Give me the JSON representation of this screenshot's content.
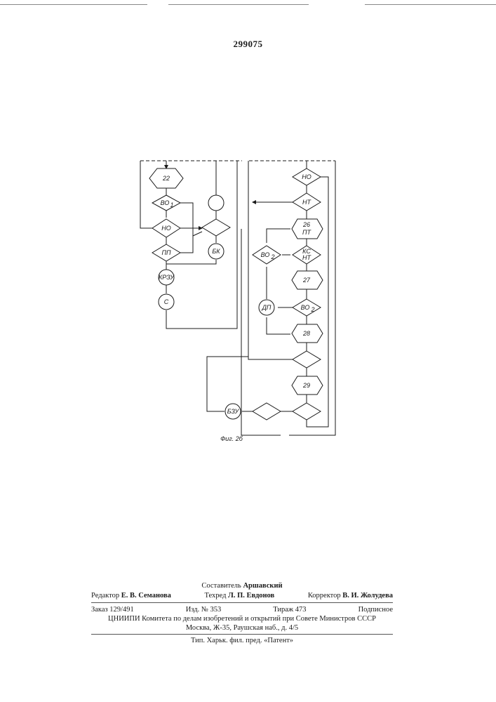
{
  "patent_number": "299075",
  "figure_caption": "Фиг. 2б",
  "diagram": {
    "blocks": {
      "b22": "22",
      "vo1": "ВО",
      "vo1_sub": "1",
      "no_left": "НО",
      "pp": "ПП",
      "krzu": "КРЗУ",
      "s": "С",
      "bk": "БК",
      "no_right": "НО",
      "nt": "НТ",
      "b26_top": "26",
      "b26_bottom": "ПТ",
      "vo2_left": "ВО",
      "vo2_left_sub": "2",
      "ks_top": "КС",
      "ks_bottom": "НТ",
      "b27": "27",
      "dp": "ДП",
      "vo2_right": "ВО",
      "vo2_right_sub": "2",
      "b28": "28",
      "b29": "29",
      "bzu": "БЗУ"
    }
  },
  "footer": {
    "compiler_label": "Составитель",
    "compiler_name": "Аршавский",
    "editor_label": "Редактор",
    "editor_name": "Е. В. Семанова",
    "techred_label": "Техред",
    "techred_name": "Л. П. Евдонов",
    "corrector_label": "Корректор",
    "corrector_name": "В. И. Жолудева",
    "order": "Заказ 129/491",
    "edition": "Изд. № 353",
    "print_run": "Тираж 473",
    "subscription": "Подписное",
    "org_line": "ЦНИИПИ Комитета по делам изобретений и открытий при Совете Министров СССР",
    "address": "Москва, Ж-35, Раушская наб., д. 4/5",
    "printing": "Тип. Харьк. фил. пред. «Патент»"
  }
}
